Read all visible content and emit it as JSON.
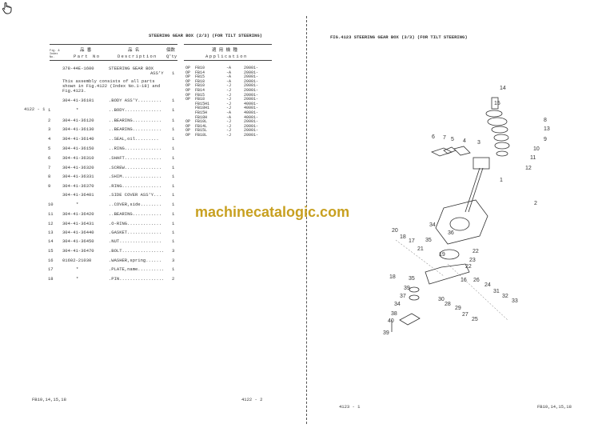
{
  "left_page": {
    "title": "STEERING GEAR BOX (2/3) (FOR TILT STEERING)",
    "headers": {
      "fig_index": "Fig. & Index No.",
      "part_no": "Part No",
      "description": "Description",
      "qty": "Q'ty",
      "application": "Application"
    },
    "headers_jp": {
      "part_no": "品 番",
      "description": "品 名",
      "qty": "個数",
      "application": "適 用 機 種"
    },
    "assembly": {
      "part_no": "378-44E-1600",
      "description": "STEERING GEAR BOX",
      "description2": "ASS'Y",
      "qty": "1"
    },
    "note": "This assembly consists of all parts\nshown in Fig.4122 (Index No.1-18) and\nFig.4123.",
    "body_assy": {
      "part_no": "304-41-36101",
      "description": ".BODY ASS'Y.........",
      "qty": "1"
    },
    "fig_ref": "4122 - 1",
    "rows": [
      {
        "idx": "1",
        "part_no": "*",
        "description": "..BODY..............",
        "qty": "1"
      },
      {
        "idx": "2",
        "part_no": "304-41-36120",
        "description": "..BEARING...........",
        "qty": "1"
      },
      {
        "idx": "3",
        "part_no": "304-41-36130",
        "description": "..BEARING...........",
        "qty": "1"
      },
      {
        "idx": "4",
        "part_no": "304-41-36140",
        "description": "..SEAL,oil.........",
        "qty": "1"
      },
      {
        "idx": "5",
        "part_no": "304-41-36150",
        "description": "..RING..............",
        "qty": "1"
      },
      {
        "idx": "6",
        "part_no": "304-41-36310",
        "description": ".SHAFT..............",
        "qty": "1"
      },
      {
        "idx": "7",
        "part_no": "304-41-36320",
        "description": ".SCREW..............",
        "qty": "1"
      },
      {
        "idx": "8",
        "part_no": "304-41-36331",
        "description": ".SHIM...............",
        "qty": "1"
      },
      {
        "idx": "9",
        "part_no": "304-41-36370",
        "description": ".RING...............",
        "qty": "1"
      },
      {
        "idx": "",
        "part_no": "304-41-36401",
        "description": ".SIDE COVER ASS'Y...",
        "qty": "1"
      },
      {
        "idx": "10",
        "part_no": "*",
        "description": "..COVER,side........",
        "qty": "1"
      },
      {
        "idx": "11",
        "part_no": "304-41-36420",
        "description": "..BEARING...........",
        "qty": "1"
      },
      {
        "idx": "12",
        "part_no": "304-41-36431",
        "description": ".O-RING.............",
        "qty": "1"
      },
      {
        "idx": "13",
        "part_no": "304-41-36440",
        "description": ".GASKET.............",
        "qty": "1"
      },
      {
        "idx": "14",
        "part_no": "304-41-36450",
        "description": ".NUT................",
        "qty": "1"
      },
      {
        "idx": "15",
        "part_no": "304-41-36470",
        "description": ".BOLT................",
        "qty": "3"
      },
      {
        "idx": "16",
        "part_no": "01602-21030",
        "description": ".WASHER,spring......",
        "qty": "3"
      },
      {
        "idx": "17",
        "part_no": "*",
        "description": ".PLATE,name..........",
        "qty": "1"
      },
      {
        "idx": "18",
        "part_no": "*",
        "description": ".PIN.................",
        "qty": "2"
      }
    ],
    "applications": [
      {
        "op": "OP",
        "model": "FB10",
        "code": "-A",
        "serial": "20001-"
      },
      {
        "op": "OP",
        "model": "FB14",
        "code": "-A",
        "serial": "20001-"
      },
      {
        "op": "OP",
        "model": "FB15",
        "code": "-A",
        "serial": "20001-"
      },
      {
        "op": "OP",
        "model": "FB18",
        "code": "-A",
        "serial": "20001-"
      },
      {
        "op": "OP",
        "model": "FB10",
        "code": "-J",
        "serial": "20001-"
      },
      {
        "op": "OP",
        "model": "FB14",
        "code": "-J",
        "serial": "20001-"
      },
      {
        "op": "OP",
        "model": "FB15",
        "code": "-J",
        "serial": "20001-"
      },
      {
        "op": "OP",
        "model": "FB18",
        "code": "-J",
        "serial": "20001-"
      },
      {
        "op": "",
        "model": "FB15H1",
        "code": "-J",
        "serial": "40001-"
      },
      {
        "op": "",
        "model": "FB18H1",
        "code": "-J",
        "serial": "40001-"
      },
      {
        "op": "",
        "model": "FB15H",
        "code": "-A",
        "serial": "40001-"
      },
      {
        "op": "",
        "model": "FB18H",
        "code": "-A",
        "serial": "40001-"
      },
      {
        "op": "OP",
        "model": "FB10L",
        "code": "-J",
        "serial": "20001-"
      },
      {
        "op": "OP",
        "model": "FB14L",
        "code": "-J",
        "serial": "20001-"
      },
      {
        "op": "OP",
        "model": "FB15L",
        "code": "-J",
        "serial": "20001-"
      },
      {
        "op": "OP",
        "model": "FB18L",
        "code": "-J",
        "serial": "20001-"
      }
    ],
    "footer_model": "FB10,14,15,18",
    "footer_page": "4122 - 2"
  },
  "right_page": {
    "title": "FIG.4123  STEERING GEAR BOX (3/3) (FOR TILT STEERING)",
    "callouts": [
      "14",
      "15",
      "8",
      "13",
      "9",
      "10",
      "11",
      "12",
      "1",
      "6",
      "7",
      "5",
      "4",
      "3",
      "2",
      "34",
      "20",
      "18",
      "17",
      "36",
      "35",
      "21",
      "19",
      "22",
      "23",
      "22",
      "18",
      "35",
      "16",
      "26",
      "24",
      "39",
      "37",
      "30",
      "31",
      "32",
      "33",
      "34",
      "28",
      "29",
      "38",
      "27",
      "25",
      "40",
      "39"
    ],
    "footer_page": "4123 - 1",
    "footer_model": "FB10,14,15,18"
  },
  "watermark": "machinecatalogic.com",
  "icons": {
    "cursor": "hand-pointer-icon"
  },
  "colors": {
    "watermark": "#c8a020",
    "text": "#333333"
  }
}
